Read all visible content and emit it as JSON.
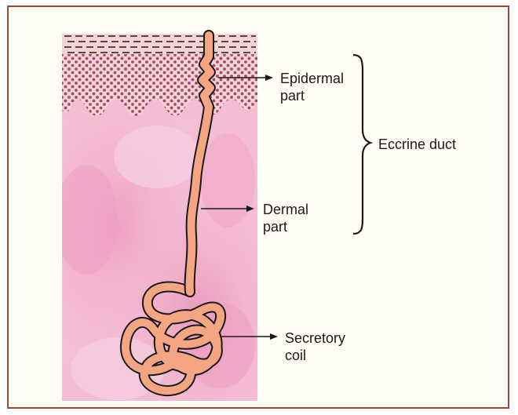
{
  "labels": {
    "epidermal": "Epidermal\npart",
    "dermal": "Dermal\npart",
    "secretory": "Secretory\ncoil",
    "eccrine": "Eccrine duct"
  },
  "colors": {
    "frame_border": "#a0453a",
    "frame_bg": "#fffdf5",
    "dermis_pink": "#f2b8d0",
    "epidermis": "#f6cfd3",
    "dot": "#a04a72",
    "duct_fill": "#f4a582",
    "duct_outline": "#1a1a1a"
  },
  "icons": {
    "arrow": "right-arrow-icon",
    "brace": "right-curly-brace-icon"
  }
}
